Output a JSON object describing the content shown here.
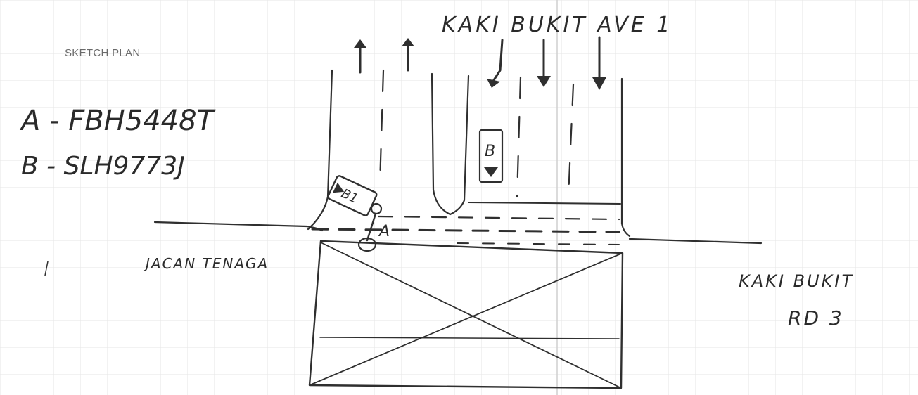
{
  "title": "SKETCH PLAN",
  "legend": {
    "a_line": "A - FBH5448T",
    "b_line": "B - SLH9773J"
  },
  "roads": {
    "top": "KAKI BUKIT AVE 1",
    "left": "JACAN TENAGA",
    "right_line1": "KAKI BUKIT",
    "right_line2": "RD 3"
  },
  "vehicles": {
    "b": "B",
    "b1": "B1",
    "a": "A"
  },
  "colors": {
    "ink": "#2f2f2f",
    "grid": "#e3e3e3",
    "paper": "#ffffff"
  }
}
